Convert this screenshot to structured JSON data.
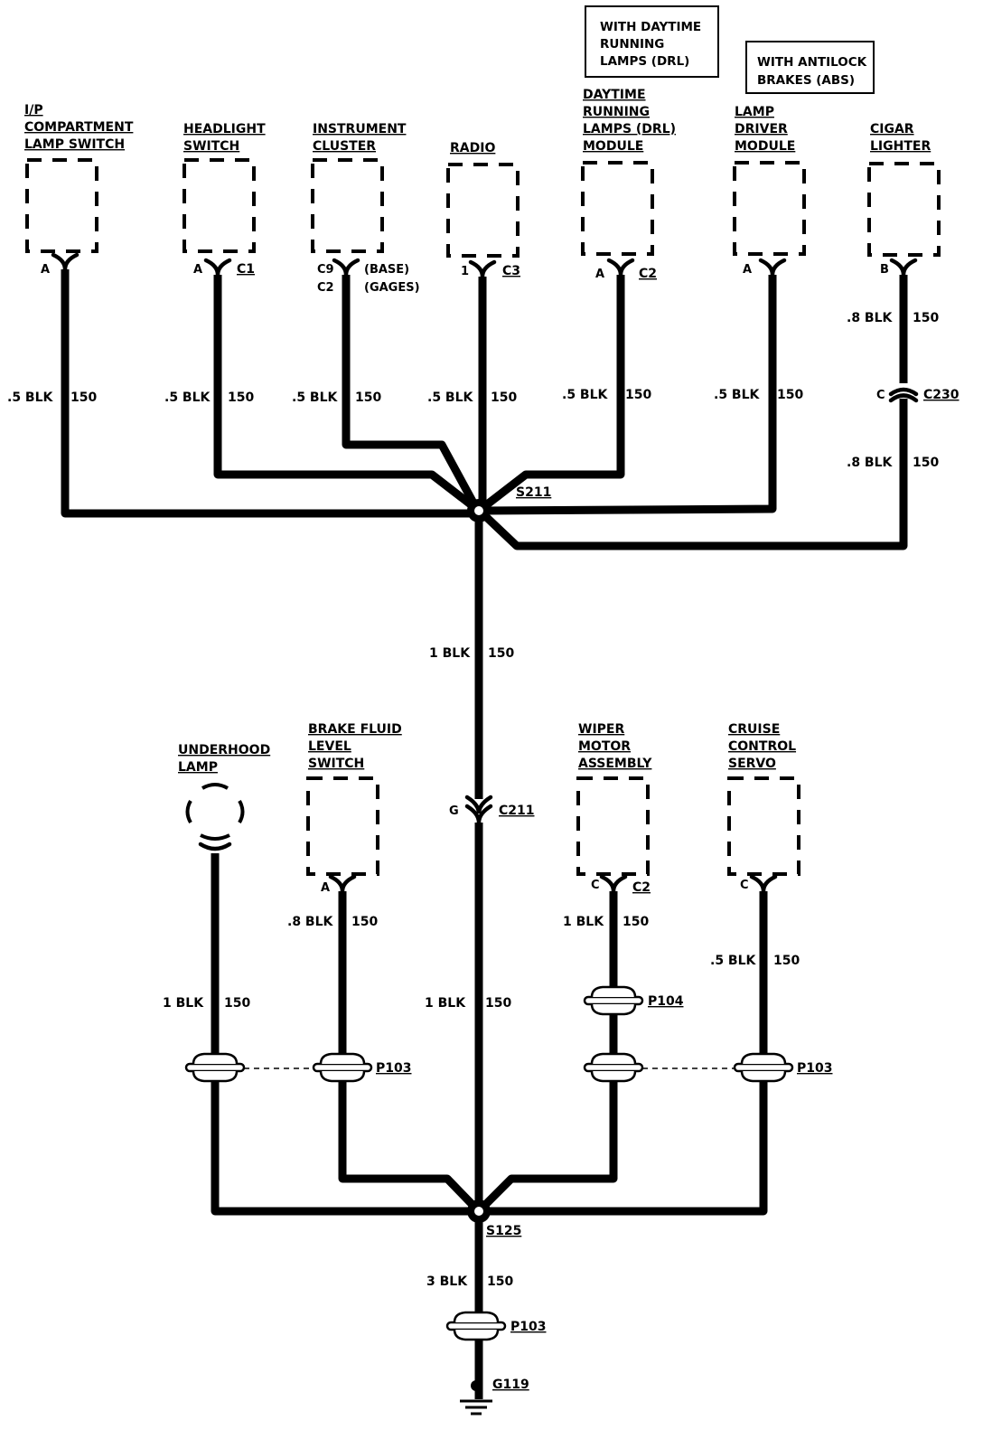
{
  "notes": {
    "drl_option": [
      "WITH DAYTIME",
      "RUNNING",
      "LAMPS (DRL)"
    ],
    "abs_option": [
      "WITH ANTILOCK",
      "BRAKES (ABS)"
    ]
  },
  "components_top": [
    {
      "id": "ip-compartment-lamp-switch",
      "label": [
        "I/P",
        "COMPARTMENT",
        "LAMP SWITCH"
      ],
      "pin": "A",
      "connector": "",
      "wire_size": ".5 BLK",
      "circuit": "150"
    },
    {
      "id": "headlight-switch",
      "label": [
        "HEADLIGHT",
        "SWITCH"
      ],
      "pin": "A",
      "connector": "C1",
      "wire_size": ".5 BLK",
      "circuit": "150"
    },
    {
      "id": "instrument-cluster",
      "label": [
        "INSTRUMENT",
        "CLUSTER"
      ],
      "pins": [
        "C9",
        "C2"
      ],
      "variants": [
        "(BASE)",
        "(GAGES)"
      ],
      "wire_size": ".5 BLK",
      "circuit": "150"
    },
    {
      "id": "radio",
      "label": [
        "RADIO"
      ],
      "pin": "1",
      "connector": "C3",
      "wire_size": ".5 BLK",
      "circuit": "150"
    },
    {
      "id": "drl-module",
      "label": [
        "DAYTIME",
        "RUNNING",
        "LAMPS (DRL)",
        "MODULE"
      ],
      "pin": "A",
      "connector": "C2",
      "wire_size": ".5 BLK",
      "circuit": "150"
    },
    {
      "id": "lamp-driver-module",
      "label": [
        "LAMP",
        "DRIVER",
        "MODULE"
      ],
      "pin": "A",
      "connector": "",
      "wire_size": ".5 BLK",
      "circuit": "150"
    },
    {
      "id": "cigar-lighter",
      "label": [
        "CIGAR",
        "LIGHTER"
      ],
      "pin": "B",
      "connector": "",
      "wire_size": ".8 BLK",
      "circuit": "150"
    }
  ],
  "inline_c230": {
    "pin": "C",
    "connector": "C230",
    "wire_size": ".8 BLK",
    "circuit": "150"
  },
  "splice_top": "S211",
  "trunk": {
    "wire_size": "1 BLK",
    "circuit": "150"
  },
  "inline_c211": {
    "pin": "G",
    "connector": "C211"
  },
  "trunk_lower": {
    "wire_size": "1 BLK",
    "circuit": "150"
  },
  "components_bottom": [
    {
      "id": "underhood-lamp",
      "label": [
        "UNDERHOOD",
        "LAMP"
      ],
      "wire_size": "1 BLK",
      "circuit": "150"
    },
    {
      "id": "brake-fluid-level-switch",
      "label": [
        "BRAKE FLUID",
        "LEVEL",
        "SWITCH"
      ],
      "pin": "A",
      "wire_size": ".8 BLK",
      "circuit": "150"
    },
    {
      "id": "wiper-motor-assembly",
      "label": [
        "WIPER",
        "MOTOR",
        "ASSEMBLY"
      ],
      "pin": "C",
      "connector": "C2",
      "wire_size": "1 BLK",
      "circuit": "150"
    },
    {
      "id": "cruise-control-servo",
      "label": [
        "CRUISE",
        "CONTROL",
        "SERVO"
      ],
      "pin": "C",
      "wire_size": ".5 BLK",
      "circuit": "150"
    }
  ],
  "passthrough": {
    "p104": "P104",
    "p103_left": "P103",
    "p103_right": "P103",
    "p103_ground": "P103"
  },
  "splice_bottom": "S125",
  "ground_wire": {
    "wire_size": "3 BLK",
    "circuit": "150"
  },
  "ground": "G119"
}
